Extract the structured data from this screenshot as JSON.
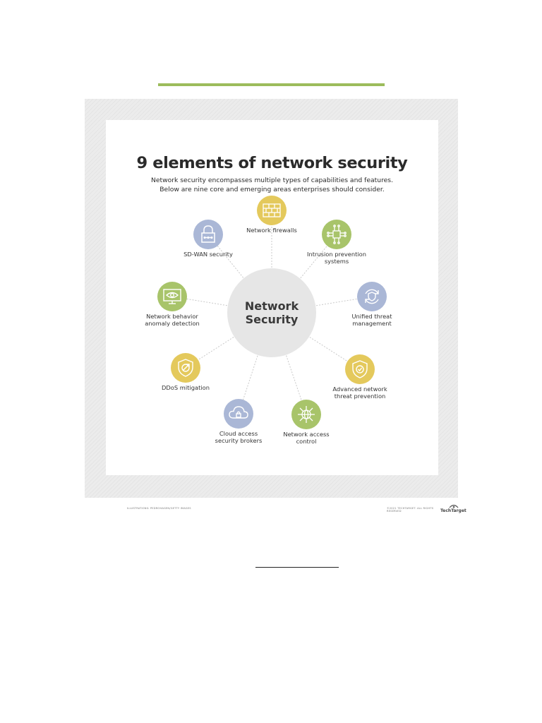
{
  "figure": {
    "title": "9 elements of network security",
    "subtitle_lines": [
      "Network security encompasses multiple types of capabilities and features.",
      "Below are nine core and emerging areas enterprises should consider."
    ],
    "center_lines": [
      "Network",
      "Security"
    ],
    "nodes": [
      {
        "id": "firewalls",
        "label_lines": [
          "Network firewalls"
        ],
        "icon": "brick-wall-icon",
        "color": "#e4c95c"
      },
      {
        "id": "intrusion",
        "label_lines": [
          "Intrusion prevention",
          "systems"
        ],
        "icon": "circuit-chip-icon",
        "color": "#a8c46a"
      },
      {
        "id": "utm",
        "label_lines": [
          "Unified threat",
          "management"
        ],
        "icon": "shield-sync-icon",
        "color": "#aab7d6"
      },
      {
        "id": "antp",
        "label_lines": [
          "Advanced network",
          "threat prevention"
        ],
        "icon": "shield-check-icon",
        "color": "#e4c95c"
      },
      {
        "id": "nac",
        "label_lines": [
          "Network access",
          "control"
        ],
        "icon": "globe-network-icon",
        "color": "#a8c46a"
      },
      {
        "id": "casb",
        "label_lines": [
          "Cloud access",
          "security brokers"
        ],
        "icon": "cloud-lock-icon",
        "color": "#aab7d6"
      },
      {
        "id": "ddos",
        "label_lines": [
          "DDoS mitigation"
        ],
        "icon": "shield-target-icon",
        "color": "#e4c95c"
      },
      {
        "id": "nbad",
        "label_lines": [
          "Network behavior",
          "anomaly detection"
        ],
        "icon": "monitor-eye-icon",
        "color": "#a8c46a"
      },
      {
        "id": "sdwan",
        "label_lines": [
          "SD-WAN security"
        ],
        "icon": "padlock-icon",
        "color": "#aab7d6"
      }
    ],
    "credit_left": "ILLUSTRATIONS: PEDROHAGEN/GETTY IMAGES",
    "credit_right": "©2021 TECHTARGET. ALL RIGHTS RESERVED",
    "brand": "TechTarget"
  },
  "colors": {
    "accent_rule": "#9cbc5c",
    "connector": "#c9c9c9",
    "center_fill": "#e6e6e6"
  }
}
